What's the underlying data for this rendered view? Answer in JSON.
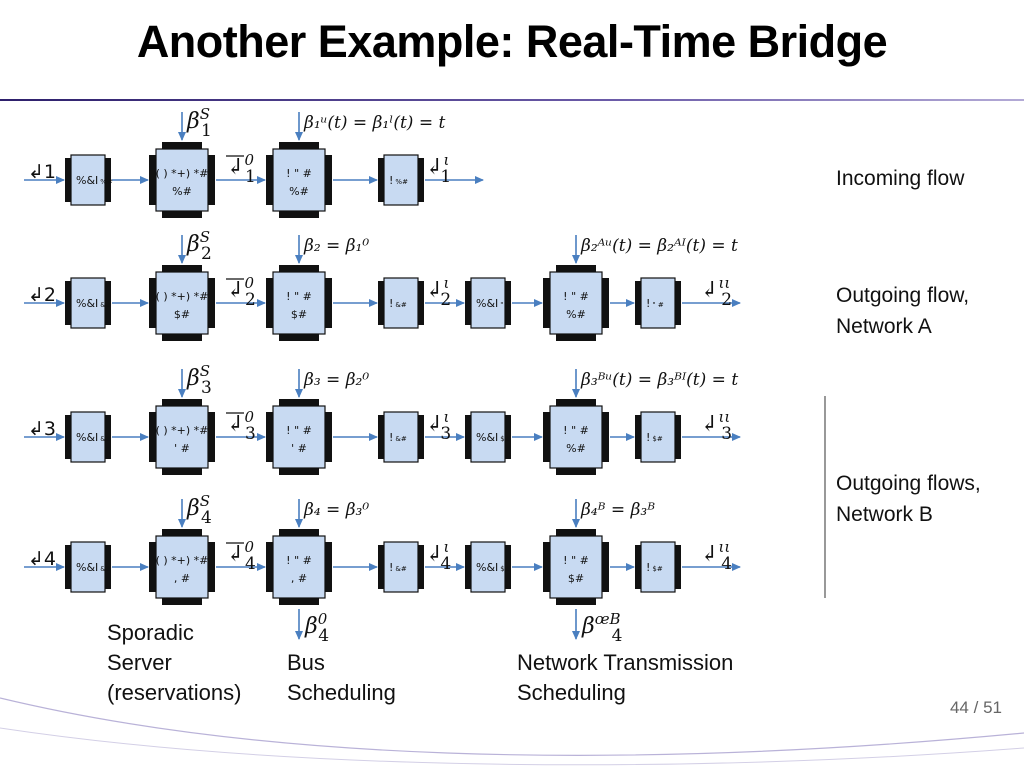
{
  "slide": {
    "title": "Another Example: Real-Time Bridge",
    "page_current": "44",
    "page_separator": "/",
    "page_total": "51"
  },
  "row_labels": [
    {
      "lines": [
        "Incoming flow"
      ]
    },
    {
      "lines": [
        "Outgoing flow,",
        "Network A"
      ]
    },
    {
      "lines": [
        "Outgoing flows,",
        "Network B"
      ]
    }
  ],
  "captions": [
    {
      "lines": [
        "Sporadic",
        "Server",
        "(reservations)"
      ]
    },
    {
      "lines": [
        "Bus",
        "Scheduling"
      ]
    },
    {
      "lines": [
        "Network Transmission",
        "Scheduling"
      ]
    }
  ],
  "rows": [
    {
      "input_label": "↲1",
      "blocks": [
        {
          "kind": "small",
          "text": "%&I",
          "sub": "%#"
        },
        {
          "kind": "large",
          "text": "( ) *+) *#",
          "text2": "%#"
        },
        {
          "kind": "large",
          "text": "! \" #",
          "text2": "%#"
        },
        {
          "kind": "small",
          "text": "!",
          "sub": "%#"
        }
      ],
      "signals": [
        {
          "base": "↲",
          "sup": "0",
          "sub": "1",
          "bar": true
        },
        {
          "base": "↲",
          "sup": "ι",
          "sub": "1",
          "bar": false
        }
      ],
      "beta_top": [
        {
          "base": "β",
          "sup": "S",
          "sub": "1"
        },
        {
          "text": "β₁ᵘ(t) = β₁ˡ(t) = t"
        }
      ]
    },
    {
      "input_label": "↲2",
      "blocks": [
        {
          "kind": "small",
          "text": "%&I",
          "sub": "&#"
        },
        {
          "kind": "large",
          "text": "( ) *+) *#",
          "text2": "$#"
        },
        {
          "kind": "large",
          "text": "! \" #",
          "text2": "$#"
        },
        {
          "kind": "small",
          "text": "!",
          "sub": "&#"
        },
        {
          "kind": "small",
          "text": "%&I",
          "sub": "\" #"
        },
        {
          "kind": "large",
          "text": "! \" #",
          "text2": "%#"
        },
        {
          "kind": "small",
          "text": "!",
          "sub": "\" #"
        }
      ],
      "signals": [
        {
          "base": "↲",
          "sup": "0",
          "sub": "2",
          "bar": true
        },
        {
          "base": "↲",
          "sup": "ι",
          "sub": "2",
          "bar": false
        },
        {
          "base": "↲",
          "sup": "ιι",
          "sub": "2",
          "bar": false
        }
      ],
      "beta_top": [
        {
          "base": "β",
          "sup": "S",
          "sub": "2"
        },
        {
          "text": "β₂ = β₁⁰"
        },
        {
          "text": "β₂ᴬᵘ(t) = β₂ᴬᴵ(t) = t"
        }
      ]
    },
    {
      "input_label": "↲3",
      "blocks": [
        {
          "kind": "small",
          "text": "%&I",
          "sub": "&#"
        },
        {
          "kind": "large",
          "text": "( ) *+) *#",
          "text2": "' #"
        },
        {
          "kind": "large",
          "text": "! \" #",
          "text2": "' #"
        },
        {
          "kind": "small",
          "text": "!",
          "sub": "&#"
        },
        {
          "kind": "small",
          "text": "%&I",
          "sub": "$#"
        },
        {
          "kind": "large",
          "text": "! \" #",
          "text2": "%#"
        },
        {
          "kind": "small",
          "text": "!",
          "sub": "$#"
        }
      ],
      "signals": [
        {
          "base": "↲",
          "sup": "0",
          "sub": "3",
          "bar": true
        },
        {
          "base": "↲",
          "sup": "ι",
          "sub": "3",
          "bar": false
        },
        {
          "base": "↲",
          "sup": "ιι",
          "sub": "3",
          "bar": false
        }
      ],
      "beta_top": [
        {
          "base": "β",
          "sup": "S",
          "sub": "3"
        },
        {
          "text": "β₃ = β₂⁰"
        },
        {
          "text": "β₃ᴮᵘ(t) = β₃ᴮᴵ(t) = t"
        }
      ]
    },
    {
      "input_label": "↲4",
      "blocks": [
        {
          "kind": "small",
          "text": "%&I",
          "sub": "&#"
        },
        {
          "kind": "large",
          "text": "( ) *+) *#",
          "text2": ", #"
        },
        {
          "kind": "large",
          "text": "! \" #",
          "text2": ", #"
        },
        {
          "kind": "small",
          "text": "!",
          "sub": "&#"
        },
        {
          "kind": "small",
          "text": "%&I",
          "sub": "$#"
        },
        {
          "kind": "large",
          "text": "! \" #",
          "text2": "$#"
        },
        {
          "kind": "small",
          "text": "!",
          "sub": "$#"
        }
      ],
      "signals": [
        {
          "base": "↲",
          "sup": "0",
          "sub": "4",
          "bar": true
        },
        {
          "base": "↲",
          "sup": "ι",
          "sub": "4",
          "bar": false
        },
        {
          "base": "↲",
          "sup": "ιι",
          "sub": "4",
          "bar": false
        }
      ],
      "beta_top": [
        {
          "base": "β",
          "sup": "S",
          "sub": "4"
        },
        {
          "text": "β₄ = β₃⁰"
        },
        {
          "text": "β₄ᴮ = β₃ᴮ"
        }
      ],
      "beta_bottom": [
        {
          "base": "β",
          "sup": "0",
          "sub": "4"
        },
        {
          "base": "β",
          "sup": "œB",
          "sub": "4"
        }
      ]
    }
  ]
}
